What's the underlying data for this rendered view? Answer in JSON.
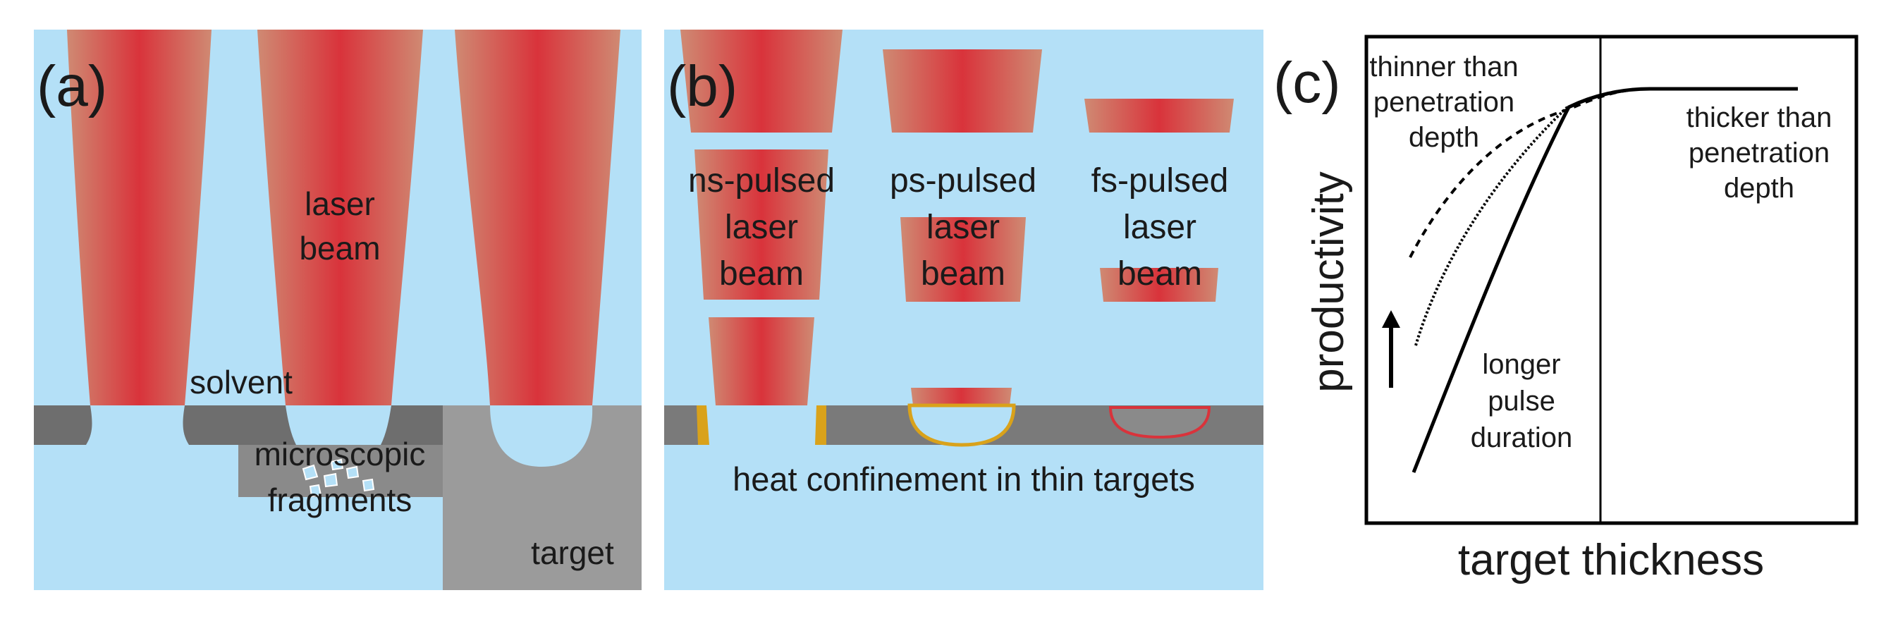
{
  "panel_a": {
    "tag": "(a)",
    "labels": {
      "beam_line1": "laser",
      "beam_line2": "beam",
      "solvent": "solvent",
      "fragments_line1": "microscopic",
      "fragments_line2": "fragments",
      "target": "target"
    }
  },
  "panel_b": {
    "tag": "(b)",
    "columns": [
      {
        "line1": "ns-pulsed",
        "line2": "laser",
        "line3": "beam"
      },
      {
        "line1": "ps-pulsed",
        "line2": "laser",
        "line3": "beam"
      },
      {
        "line1": "fs-pulsed",
        "line2": "laser",
        "line3": "beam"
      }
    ],
    "caption": "heat confinement in thin targets"
  },
  "panel_c": {
    "tag": "(c)",
    "xlabel": "target thickness",
    "ylabel": "productivity",
    "annotations": {
      "thinner_line1": "thinner than",
      "thinner_line2": "penetration",
      "thinner_line3": "depth",
      "thicker_line1": "thicker than",
      "thicker_line2": "penetration",
      "thicker_line3": "depth",
      "longer_line1": "longer",
      "longer_line2": "pulse",
      "longer_line3": "duration"
    }
  },
  "colors": {
    "solvent_blue": "#b4e0f7",
    "beam_red": "#d9333b",
    "target_dark": "#6e6e6e",
    "target_light": "#9b9b9b",
    "heat_gold": "#d9a21b"
  }
}
